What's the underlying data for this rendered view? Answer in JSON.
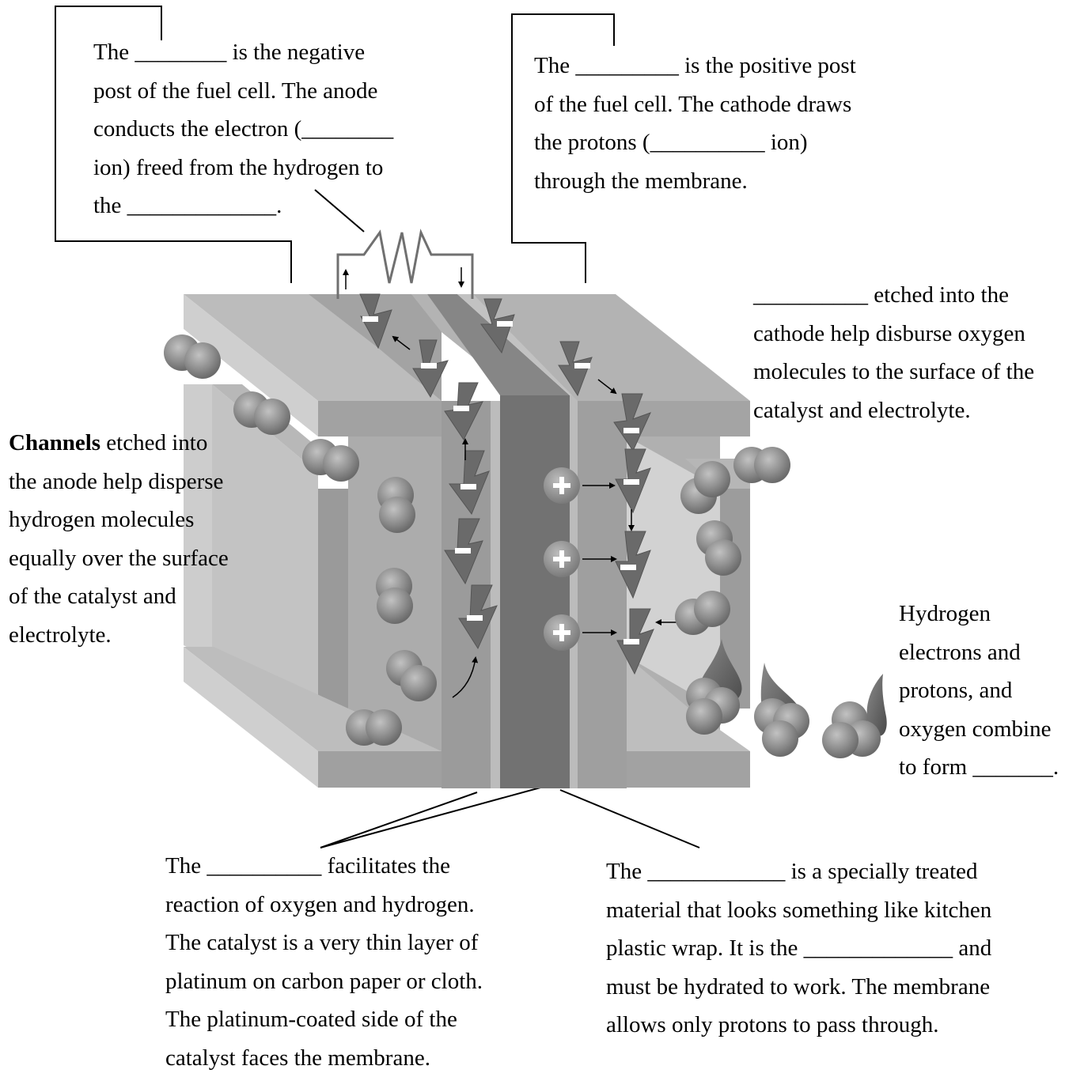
{
  "labels": {
    "anode_callout": [
      "The ________ is the negative",
      "post of the fuel cell. The anode",
      "conducts the electron (________",
      "ion) freed from the hydrogen to",
      "the _____________."
    ],
    "cathode_callout": [
      "The _________ is the positive post",
      "of the fuel cell. The cathode draws",
      "the protons (__________ ion)",
      "through the membrane."
    ],
    "cathode_channels": [
      "__________ etched into the",
      "cathode help disburse oxygen",
      "molecules to the surface of the",
      "catalyst and electrolyte."
    ],
    "anode_channels": {
      "bold_word": "Channels",
      "first_line_rest": " etched into",
      "lines": [
        "the anode help disperse",
        "hydrogen molecules",
        "equally over the surface",
        "of the catalyst and",
        "electrolyte."
      ]
    },
    "water_formation": [
      "Hydrogen",
      "electrons and",
      "protons, and",
      "oxygen combine",
      "to form _______."
    ],
    "catalyst_callout": [
      "The __________ facilitates the",
      "reaction of oxygen and hydrogen.",
      "The catalyst is a very thin layer of",
      "platinum on carbon paper or cloth.",
      "The platinum-coated side of the",
      "catalyst faces the membrane."
    ],
    "membrane_callout": [
      "The ____________ is a specially treated",
      "material that looks something like kitchen",
      "plastic wrap. It is the _____________ and",
      "must be hydrated to work. The membrane",
      "allows only protons to pass through."
    ]
  },
  "symbols": {
    "electron": "−",
    "proton": "+"
  },
  "colors": {
    "block_light": "#c4c4c4",
    "block_mid": "#a8a8a8",
    "block_dark": "#8a8a8a",
    "membrane": "#707070",
    "catalyst": "#9a9a9a",
    "molecule": "#8e8e8e",
    "wire": "#707070",
    "callout_line": "#000000"
  }
}
